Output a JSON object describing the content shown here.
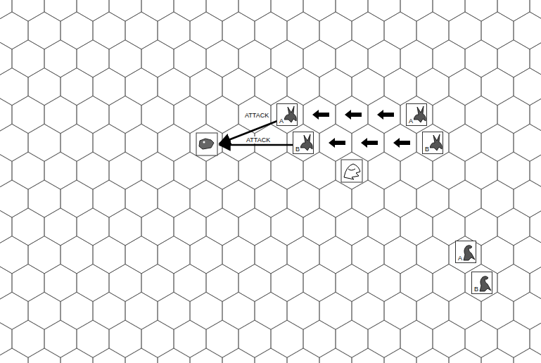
{
  "diagram": {
    "nodes": [
      {
        "text": [
          "A"
        ]
      },
      {
        "text": [
          "A"
        ]
      },
      {
        "text": [
          "B"
        ]
      },
      {
        "text": [
          "B"
        ]
      },
      {
        "text": [
          "A"
        ]
      },
      {
        "text": [
          "B"
        ]
      }
    ],
    "labels": [
      "ATTACK",
      "ATTACK"
    ]
  }
}
